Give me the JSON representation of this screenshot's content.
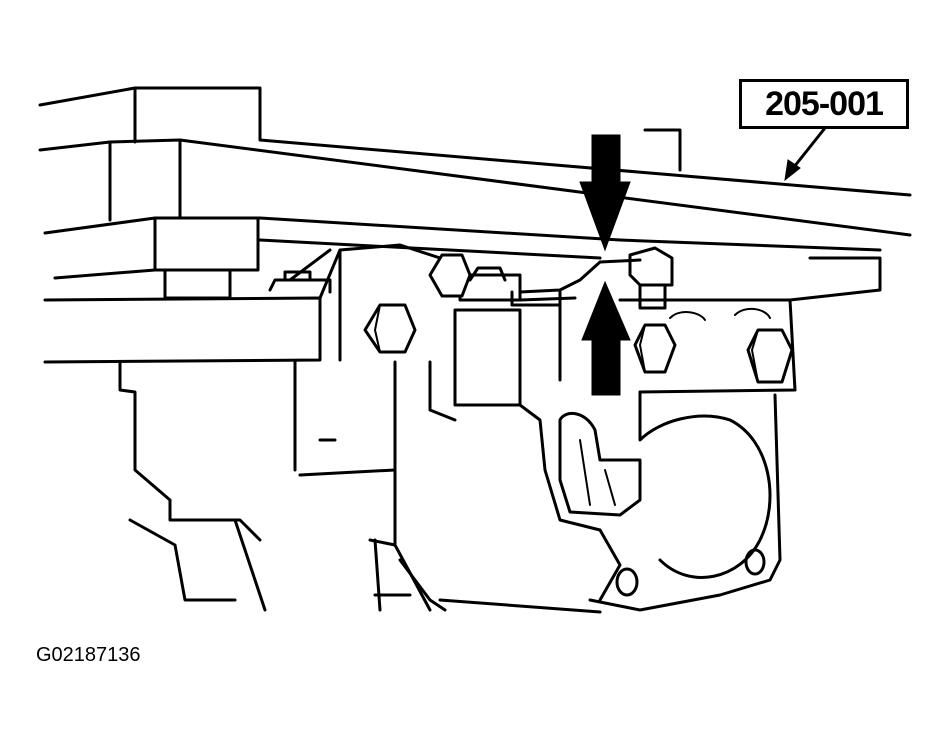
{
  "diagram": {
    "tool_callout": "205-001",
    "figure_id": "G02187136",
    "colors": {
      "line": "#000000",
      "background": "#ffffff"
    },
    "arrows": [
      {
        "name": "downward-pressure-arrow",
        "direction": "down"
      },
      {
        "name": "upward-pressure-arrow",
        "direction": "up"
      }
    ]
  }
}
